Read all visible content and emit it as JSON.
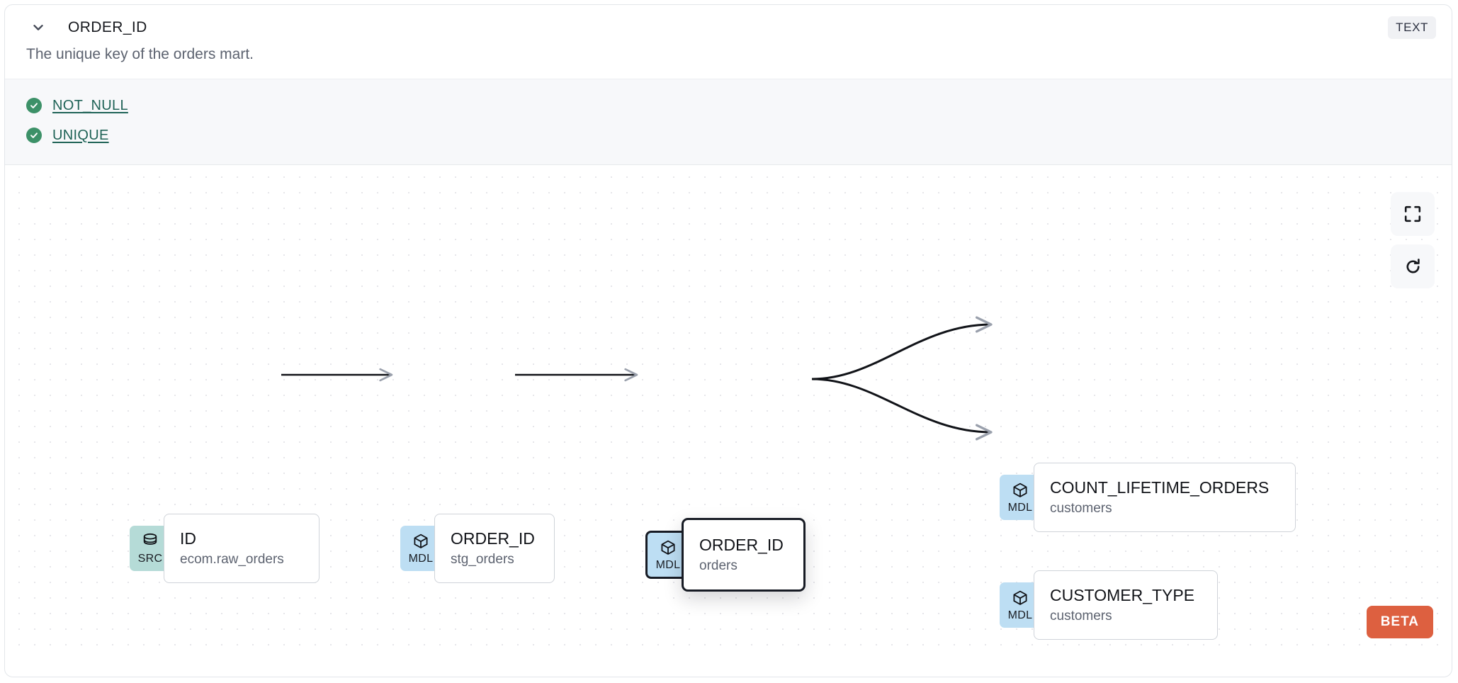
{
  "header": {
    "collapse_icon": "chevron-down-icon",
    "column_name": "ORDER_ID",
    "data_type": "TEXT"
  },
  "description": "The unique key of the orders mart.",
  "tests": {
    "items": [
      {
        "status_icon": "check-circle-icon",
        "label": "NOT_NULL",
        "status": "passed"
      },
      {
        "status_icon": "check-circle-icon",
        "label": "UNIQUE",
        "status": "passed"
      }
    ]
  },
  "lineage": {
    "nodes": [
      {
        "id": "src-id",
        "type": "SRC",
        "type_icon": "database-icon",
        "name": "ID",
        "source": "ecom.raw_orders",
        "selected": false
      },
      {
        "id": "stg-orders",
        "type": "MDL",
        "type_icon": "cube-icon",
        "name": "ORDER_ID",
        "source": "stg_orders",
        "selected": false
      },
      {
        "id": "orders",
        "type": "MDL",
        "type_icon": "cube-icon",
        "name": "ORDER_ID",
        "source": "orders",
        "selected": true
      },
      {
        "id": "count-life",
        "type": "MDL",
        "type_icon": "cube-icon",
        "name": "COUNT_LIFETIME_ORDERS",
        "source": "customers",
        "selected": false
      },
      {
        "id": "cust-type",
        "type": "MDL",
        "type_icon": "cube-icon",
        "name": "CUSTOMER_TYPE",
        "source": "customers",
        "selected": false
      }
    ],
    "edges": [
      {
        "from": "src-id",
        "to": "stg-orders"
      },
      {
        "from": "stg-orders",
        "to": "orders"
      },
      {
        "from": "orders",
        "to": "count-life"
      },
      {
        "from": "orders",
        "to": "cust-type"
      }
    ],
    "controls": [
      {
        "id": "fit-view",
        "icon": "fit-view-icon",
        "label": "Fit view"
      },
      {
        "id": "reset",
        "icon": "refresh-icon",
        "label": "Reset"
      }
    ],
    "beta_label": "BETA"
  },
  "colors": {
    "src_badge": "#b5dbd7",
    "mdl_badge": "#bddef3",
    "test_pass": "#3c9168",
    "link": "#1f6357",
    "beta": "#dd6040",
    "selected_border": "#171b24"
  }
}
